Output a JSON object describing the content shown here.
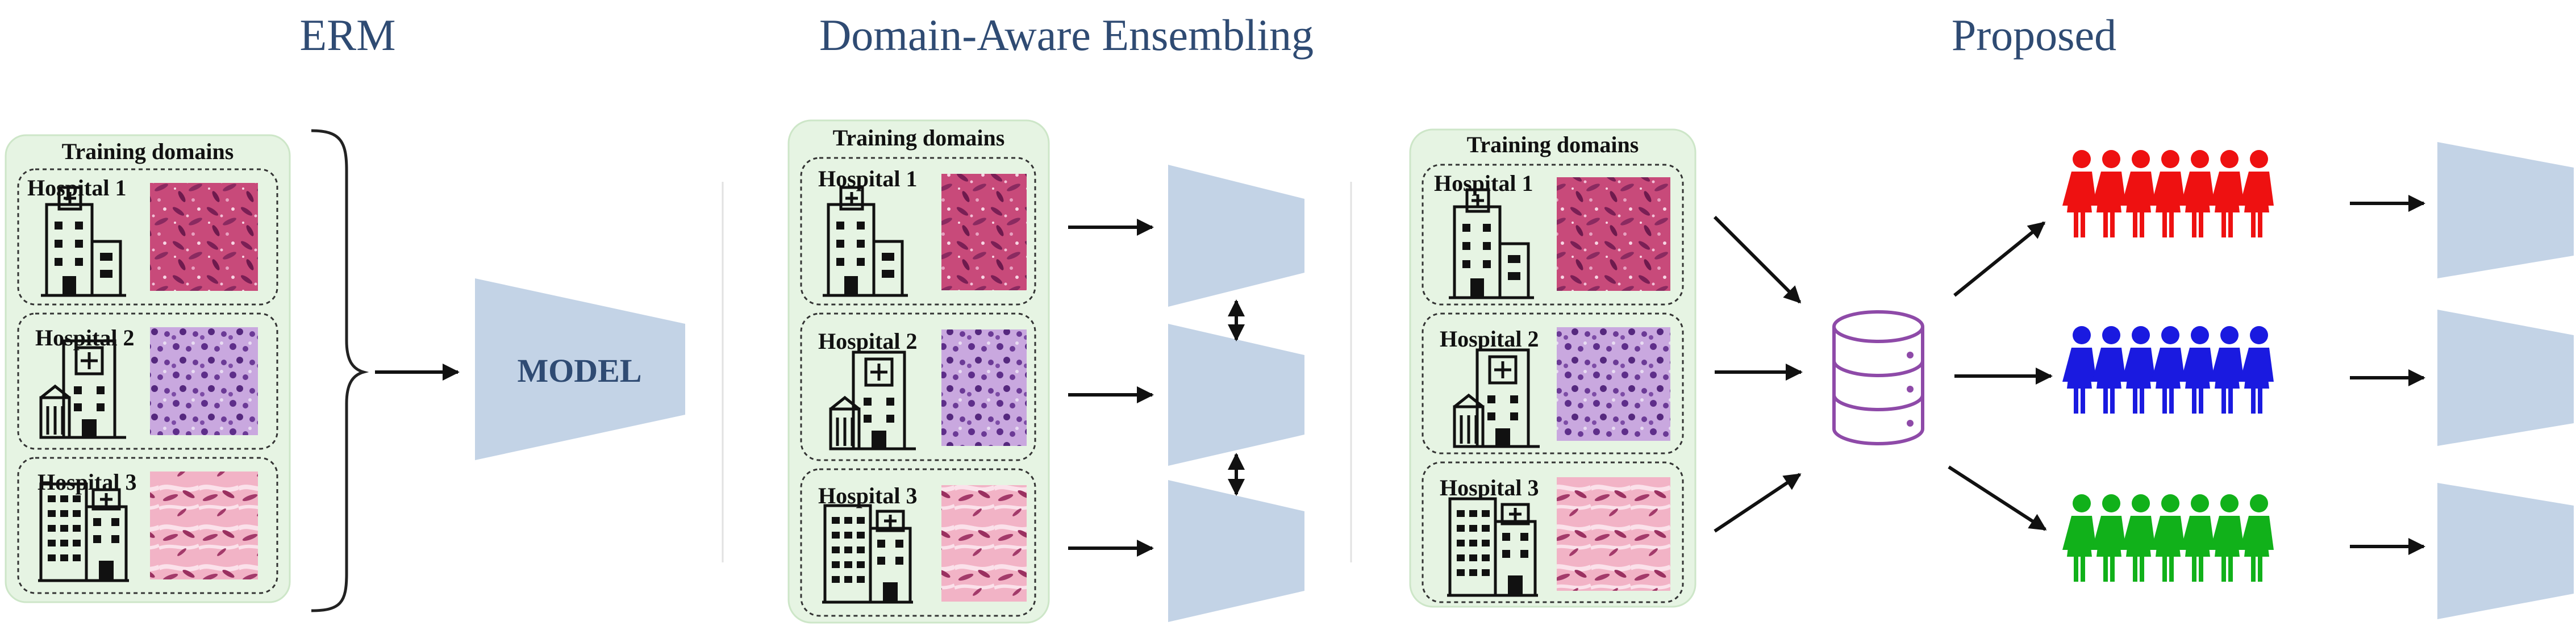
{
  "sections": [
    {
      "title": "ERM"
    },
    {
      "title": "Domain-Aware Ensembling"
    },
    {
      "title": "Proposed"
    }
  ],
  "training_label": "Training domains",
  "hospitals": [
    "Hospital 1",
    "Hospital 2",
    "Hospital 3"
  ],
  "model_label": "MODEL",
  "icons": {
    "hospital": "hospital-building-icon",
    "tissue": "histology-image",
    "database": "database-icon",
    "people": "people-group-icon"
  },
  "colors": {
    "title": "#2f4b73",
    "panel": "#e6f4e3",
    "model": "#c3d3e6",
    "database": "#8e4aa8",
    "group_red": "#ee1111",
    "group_blue": "#1a1ae0",
    "group_green": "#11b11a",
    "tissue_1": "#c84a7a",
    "tissue_2": "#b48fd0",
    "tissue_3": "#ec9cb5"
  }
}
